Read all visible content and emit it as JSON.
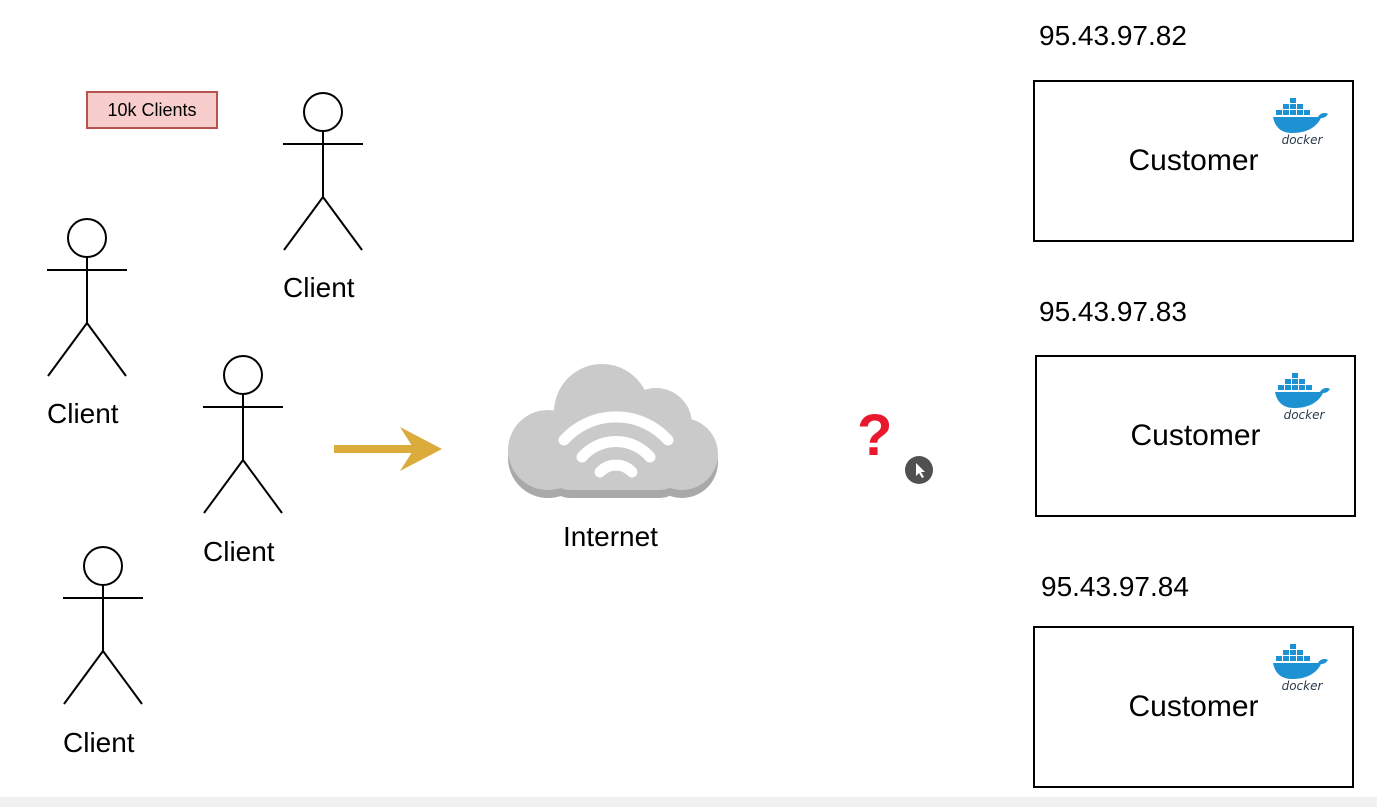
{
  "badge": {
    "text": "10k Clients"
  },
  "client": {
    "label": "Client"
  },
  "internet": {
    "label": "Internet"
  },
  "question": {
    "text": "?"
  },
  "customer": {
    "label": "Customer"
  },
  "docker": {
    "logo_text": "docker"
  },
  "servers": [
    {
      "ip": "95.43.97.82"
    },
    {
      "ip": "95.43.97.83"
    },
    {
      "ip": "95.43.97.84"
    }
  ],
  "colors": {
    "arrow": "#dbab3b",
    "badge_fill": "#f8cecc",
    "badge_border": "#b85450",
    "question": "#e8192c",
    "cloud": "#c9c9c9",
    "docker_blue": "#1d91d1"
  }
}
